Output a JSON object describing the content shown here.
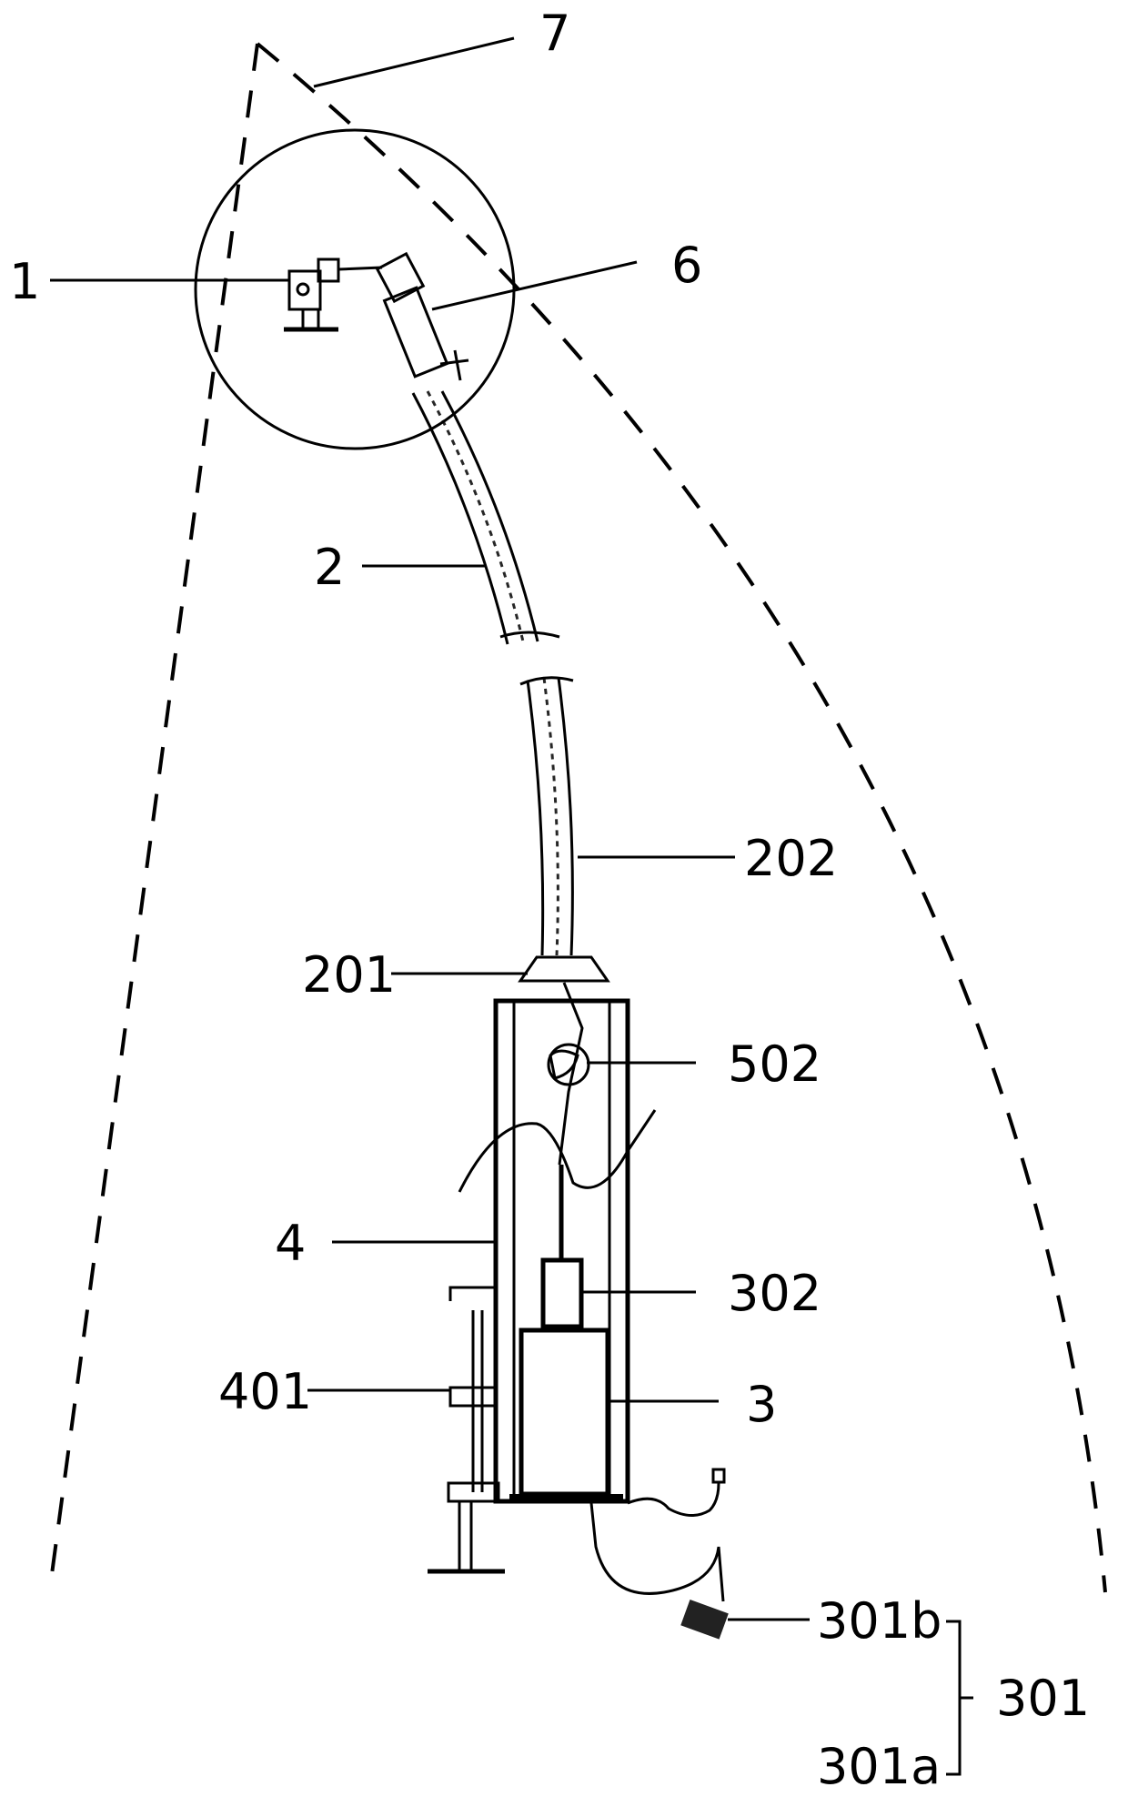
{
  "labels": {
    "l1": "1",
    "l2": "2",
    "l3": "3",
    "l4": "4",
    "l6": "6",
    "l7": "7",
    "l201": "201",
    "l202": "202",
    "l301": "301",
    "l301a": "301a",
    "l301b": "301b",
    "l302": "302",
    "l401": "401",
    "l502": "502"
  }
}
